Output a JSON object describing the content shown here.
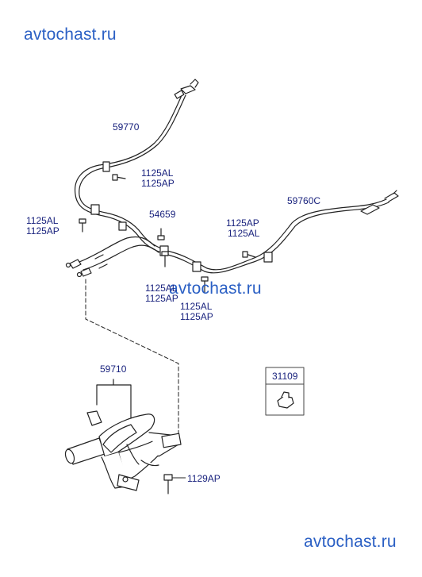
{
  "watermark": {
    "top": "avtochast.ru",
    "middle": "avtochast.ru",
    "bottom": "avtochast.ru"
  },
  "parts": {
    "p59770": "59770",
    "p59760c": "59760C",
    "p54659": "54659",
    "p59710": "59710",
    "p31109": "31109",
    "p1129ap": "1129AP",
    "bolt_a_l1": "1125AL",
    "bolt_a_l2": "1125AP",
    "bolt_b_l1": "1125AL",
    "bolt_b_l2": "1125AP",
    "bolt_c_l1": "1125AP",
    "bolt_c_l2": "1125AL",
    "bolt_d_l1": "1125AL",
    "bolt_d_l2": "1125AP",
    "bolt_e_l1": "1125AL",
    "bolt_e_l2": "1125AP"
  },
  "colors": {
    "label": "#1a237e",
    "watermark": "#2a5fc4",
    "line": "#222222"
  }
}
